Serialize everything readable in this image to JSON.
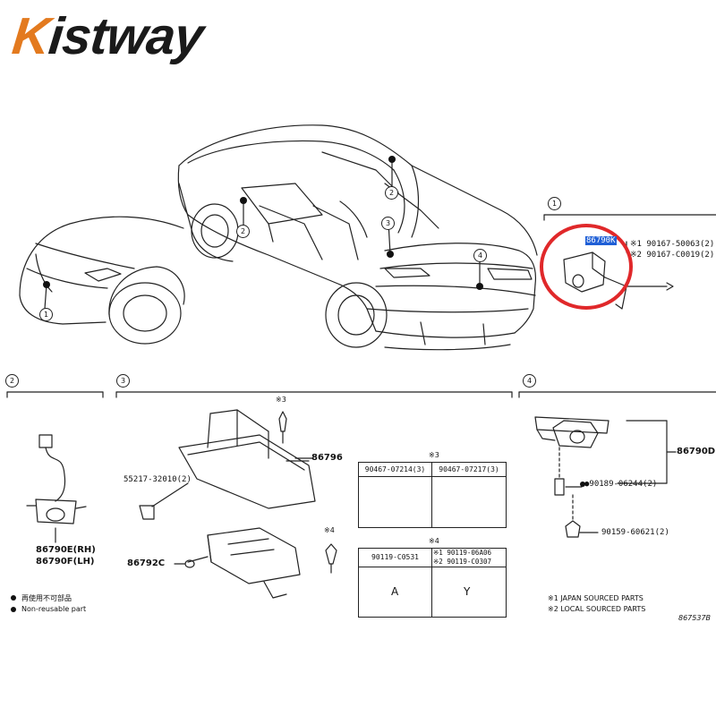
{
  "logo": {
    "text_first": "K",
    "text_rest": "istway"
  },
  "overview": {
    "callouts": [
      "1",
      "2",
      "2",
      "3",
      "4"
    ]
  },
  "section1": {
    "number": "1",
    "part_highlighted": "86790K",
    "notes": [
      "※1 90167-50063(2)",
      "※2 90167-C0019(2)"
    ]
  },
  "section2": {
    "number": "2",
    "part_labels": [
      "86790E(RH)",
      "86790F(LH)"
    ],
    "legend": [
      "再使用不可部品",
      "Non-reusable part"
    ]
  },
  "section3": {
    "number": "3",
    "note1": "※3",
    "note2": "※4",
    "part_86796": "86796",
    "part_55217": "55217-32010(2)",
    "part_86792C": "86792C",
    "table_top": {
      "note": "※3",
      "cols": [
        "90467-07214(3)",
        "90467-07217(3)"
      ]
    },
    "table_bottom": {
      "note": "※4",
      "cols": [
        "90119-C0531",
        "※1 90119-06A06\n※2 90119-C0307"
      ],
      "letters": [
        "A",
        "Y"
      ]
    }
  },
  "section4": {
    "number": "4",
    "part_86790D": "86790D",
    "part_90189": "●90189-06244(2)",
    "part_90159": "90159-60621(2)"
  },
  "footnotes": [
    "※1 JAPAN SOURCED PARTS",
    "※2 LOCAL SOURCED PARTS"
  ],
  "diagram_id": "867537B",
  "colors": {
    "highlight_circle": "#e0282a",
    "highlight_box": "#1f5fd6",
    "logo_accent": "#e37a1f",
    "line": "#222222"
  }
}
